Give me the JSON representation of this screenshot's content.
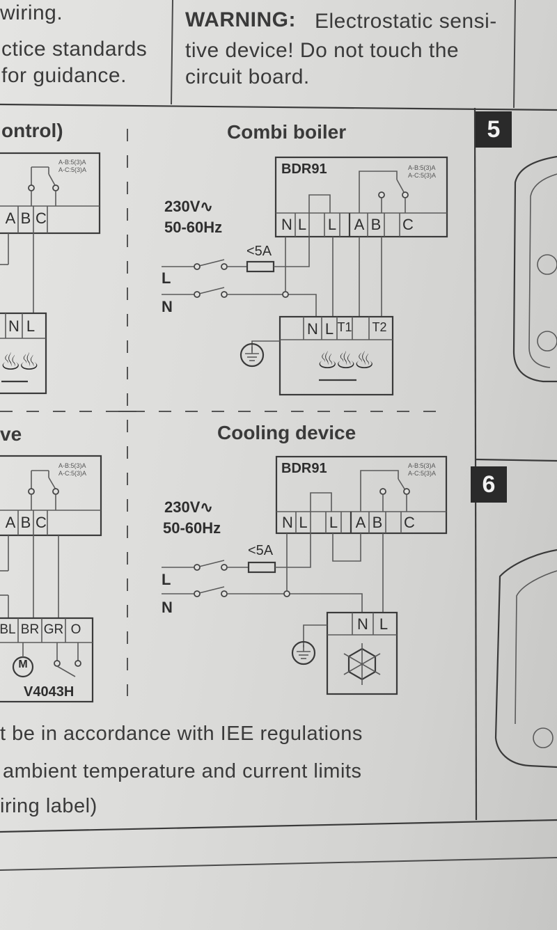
{
  "top_left": {
    "line1": "wiring.",
    "line2": "ctice standards",
    "line3": "for guidance."
  },
  "warning": {
    "bold": "WARNING:",
    "line1": "Electrostatic sensi-",
    "line2": "tive device! Do not touch the",
    "line3": "circuit board."
  },
  "left_panels": {
    "top_title": "ontrol)",
    "bottom_title": "ve",
    "relay_ratings": [
      "A-B:5(3)A",
      "A-C:5(3)A"
    ],
    "relay_terminals": [
      "A",
      "B",
      "C"
    ],
    "boiler_terminals": [
      "N",
      "L"
    ],
    "valve_terminals": [
      "BL",
      "BR",
      "GR",
      "O"
    ],
    "motor_label": "M",
    "valve_model": "V4043H"
  },
  "combi": {
    "title": "Combi boiler",
    "relay_name": "BDR91",
    "relay_ratings": [
      "A-B:5(3)A",
      "A-C:5(3)A"
    ],
    "relay_terminals": [
      "N",
      "L",
      "L",
      "A",
      "B",
      "C"
    ],
    "voltage": "230V∿",
    "frequency": "50-60Hz",
    "fuse": "<5A",
    "line_label": "L",
    "neutral_label": "N",
    "boiler_terminals": [
      "N",
      "L",
      "T1",
      "T2"
    ]
  },
  "cooling": {
    "title": "Cooling device",
    "relay_name": "BDR91",
    "relay_ratings": [
      "A-B:5(3)A",
      "A-C:5(3)A"
    ],
    "relay_terminals": [
      "N",
      "L",
      "L",
      "A",
      "B",
      "C"
    ],
    "voltage": "230V∿",
    "frequency": "50-60Hz",
    "fuse": "<5A",
    "line_label": "L",
    "neutral_label": "N",
    "device_terminals": [
      "N",
      "L"
    ]
  },
  "steps": [
    "5",
    "6"
  ],
  "footer": {
    "line1": "t be in accordance with IEE regulations",
    "line2": "ambient temperature and current limits",
    "line3": "iring label)"
  }
}
